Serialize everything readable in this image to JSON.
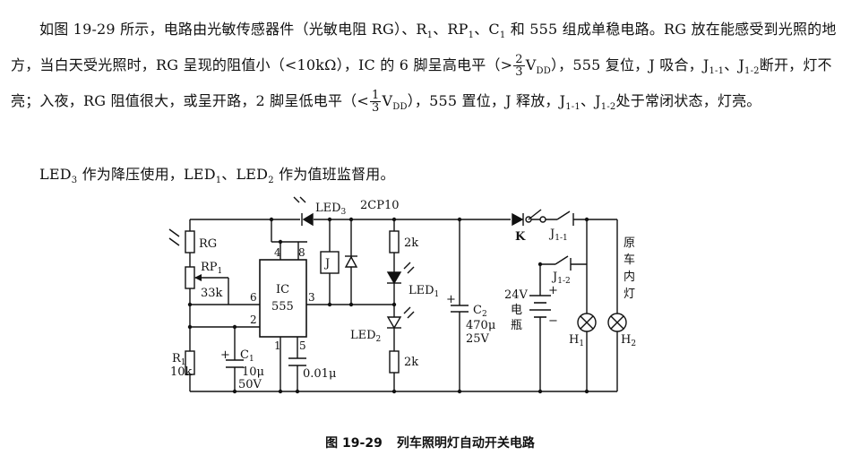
{
  "text": {
    "p1_a": "如图 19-29 所示，电路由光敏传感器件（光敏电阻 RG）、R",
    "p1_a_sub1": "1",
    "p1_b": "、RP",
    "p1_b_sub": "1",
    "p1_c": "、C",
    "p1_c_sub": "1",
    "p1_d": " 和 555 组成单稳电路。RG 放在能感受到光照的地方，当白天受光照时，RG 呈现的阻值小（<10kΩ），IC 的 6 脚呈高电平（>",
    "frac_num": "2",
    "frac_den": "3",
    "vdd_1": "V",
    "vdd_1_sub": "DD",
    "p1_e": "），555 复位，J 吸合，J",
    "j11_sub": "1-1",
    "p1_f": "、J",
    "j12_sub": "1-2",
    "p1_g": "断开，灯不亮；入夜，RG 阻值很大，或呈开路，2 脚呈低电平（<",
    "frac2_num": "1",
    "frac2_den": "3",
    "vdd_2": "V",
    "vdd_2_sub": "DD",
    "p1_h": "），555 置位，J 释放，J",
    "j11b_sub": "1-1",
    "p1_i": "、J",
    "j12b_sub": "1-2",
    "p1_j": "处于常闭状态，灯亮。",
    "p2_a": "LED",
    "p2_a_sub": "3",
    "p2_b": " 作为降压使用，LED",
    "p2_b_sub": "1",
    "p2_c": "、LED",
    "p2_c_sub": "2",
    "p2_d": " 作为值班监督用。"
  },
  "circuit": {
    "led3": "LED",
    "led3_sub": "3",
    "diode_2cp": "2CP10",
    "rg": "RG",
    "rp1": "RP",
    "rp1_sub": "1",
    "rp1_val": "33k",
    "pin6": "6",
    "pin4": "4",
    "pin8": "8",
    "pin3": "3",
    "pin2": "2",
    "pin1": "1",
    "pin5": "5",
    "ic_name": "IC",
    "ic_model": "555",
    "relay": "J",
    "r_top": "2k",
    "led1": "LED",
    "led1_sub": "1",
    "led2": "LED",
    "led2_sub": "2",
    "r_bottom": "2k",
    "r1": "R",
    "r1_sub": "1",
    "r1_val": "10k",
    "c1": "C",
    "c1_sub": "1",
    "c1_val": "10μ",
    "c1_volt": "50V",
    "c_small": "0.01μ",
    "c2": "C",
    "c2_sub": "2",
    "c2_val": "470μ",
    "c2_volt": "25V",
    "plus_c1": "+",
    "plus_c2": "+",
    "switch_k": "K",
    "j11": "J",
    "j11_sub": "1-1",
    "j12": "J",
    "j12_sub": "1-2",
    "battery_v": "24V",
    "battery_c1": "电",
    "battery_c2": "瓶",
    "bat_plus": "+",
    "bat_minus": "−",
    "h1": "H",
    "h1_sub": "1",
    "h2": "H",
    "h2_sub": "2",
    "lamp_c1": "原",
    "lamp_c2": "车",
    "lamp_c3": "内",
    "lamp_c4": "灯"
  },
  "caption": {
    "fig": "图 19-29",
    "title": "列车照明灯自动开关电路"
  }
}
